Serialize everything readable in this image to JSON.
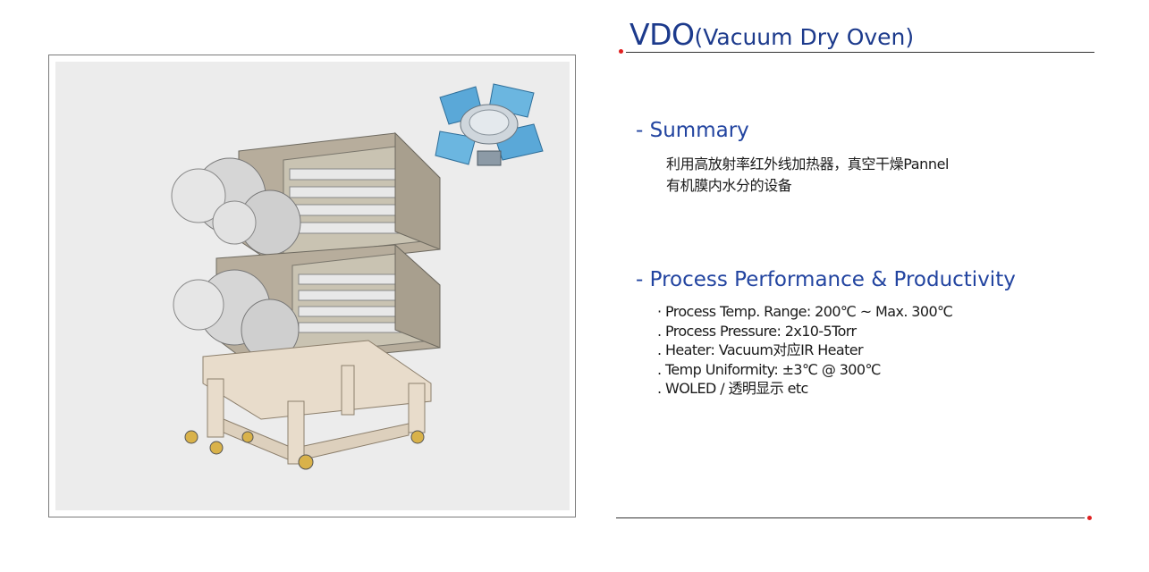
{
  "header": {
    "title_main": "VDO",
    "title_sub": "(Vacuum Dry Oven)"
  },
  "summary": {
    "heading": "- Summary",
    "lines": [
      "利用高放射率红外线加热器，真空干燥Pannel",
      "有机膜内水分的设备"
    ]
  },
  "performance": {
    "heading": "- Process Performance & Productivity",
    "items": [
      "· Process Temp. Range: 200℃ ~ Max. 300℃",
      ". Process Pressure: 2x10-5Torr",
      ". Heater: Vacuum对应IR Heater",
      ". Temp Uniformity: ±3℃ @ 300℃",
      ". WOLED / 透明显示 etc"
    ]
  },
  "colors": {
    "title": "#1c3a8c",
    "heading": "#2244a0",
    "accent_dot": "#e02020"
  }
}
